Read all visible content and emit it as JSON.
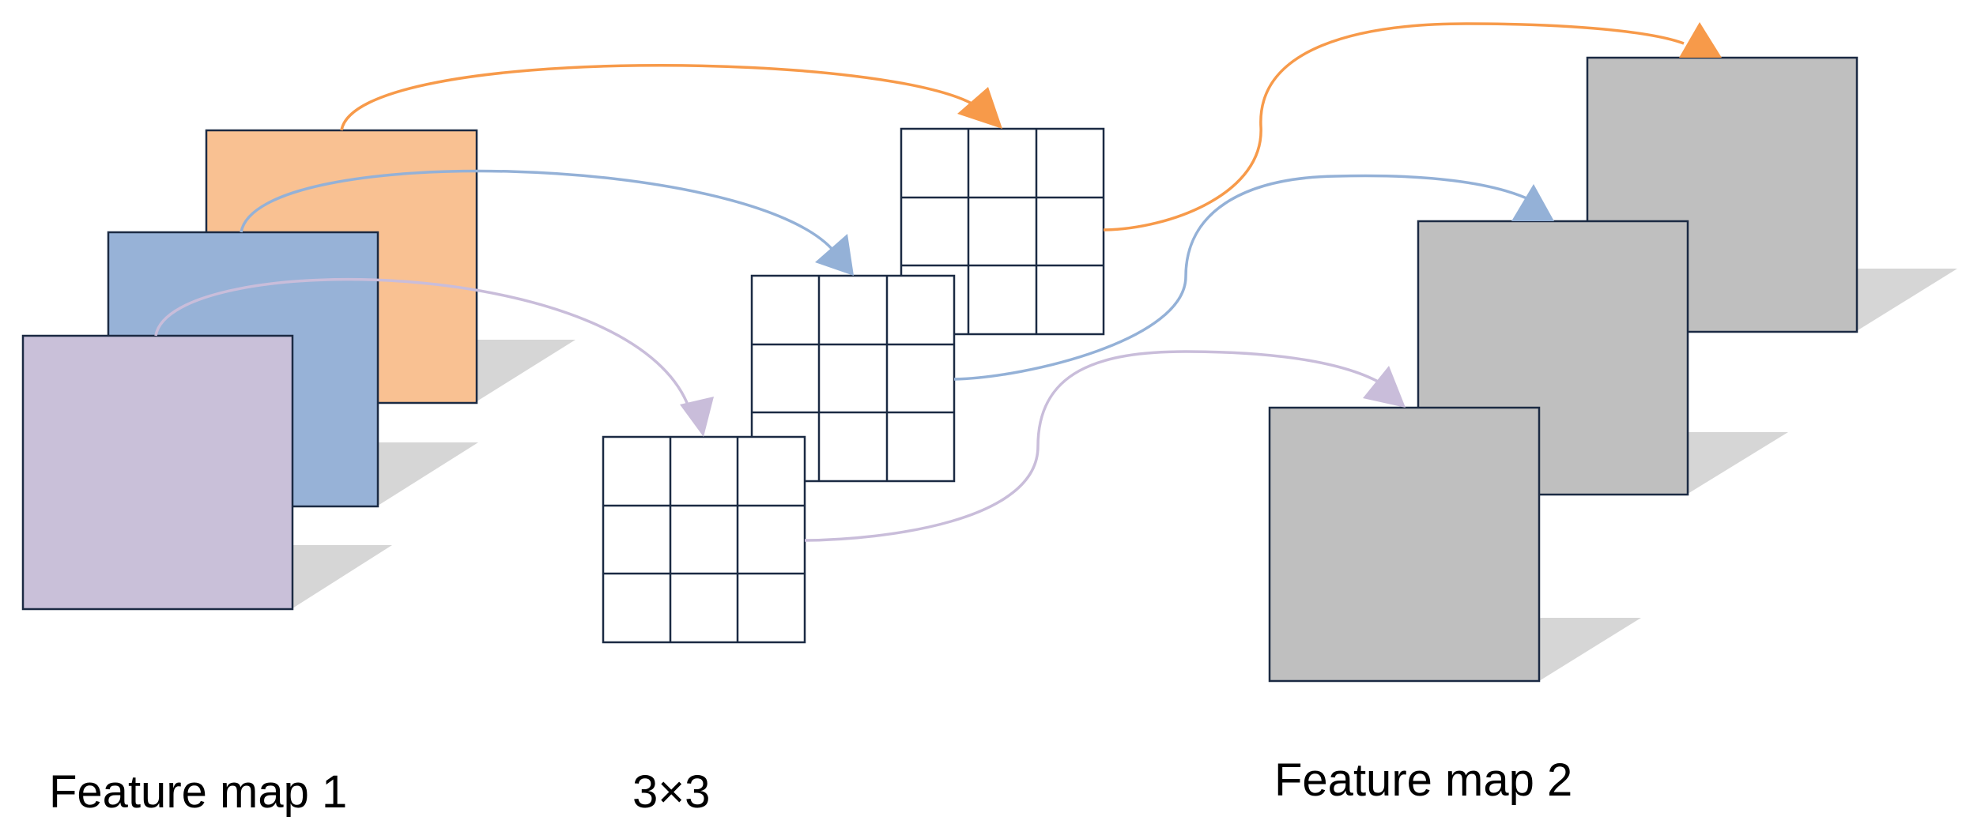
{
  "labels": {
    "feature_map_1": "Feature map 1",
    "kernel_size": "3×3",
    "feature_map_2": "Feature map 2"
  },
  "colors": {
    "channel_orange": "#F9C192",
    "channel_blue": "#97B2D7",
    "channel_purple": "#C9C0D9",
    "arrow_orange": "#F79A4A",
    "arrow_blue": "#94B1D7",
    "arrow_purple": "#C9BDDA",
    "output_gray": "#BFBFBF",
    "shadow_gray": "#D6D6D6",
    "border": "#1B2A43"
  }
}
